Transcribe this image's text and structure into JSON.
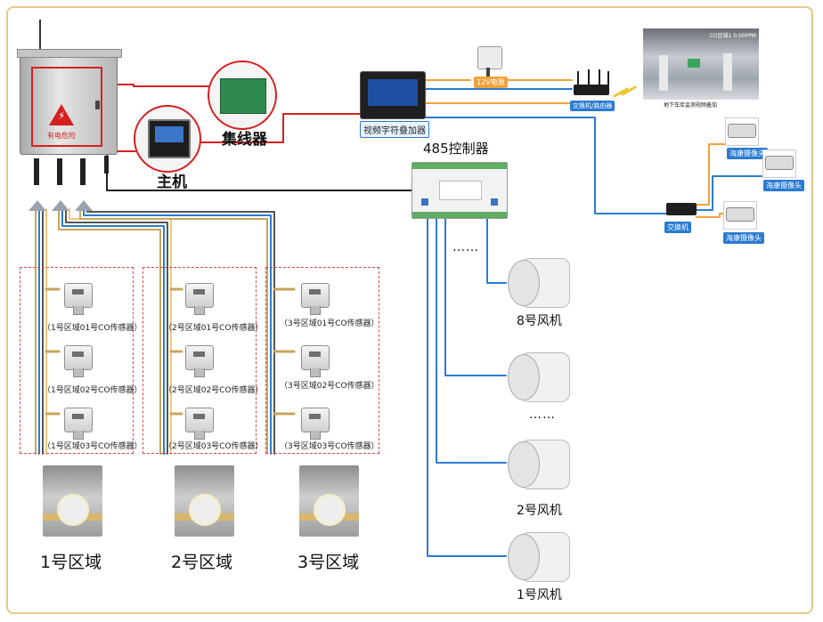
{
  "main_box": {
    "warning_text": "有电危险"
  },
  "labels": {
    "concentrator": "集线器",
    "host": "主机",
    "video_overlay": "视频字符叠加器",
    "controller": "485控制器",
    "power": "12V电源",
    "router": "交换机/路由器",
    "switch": "交换机",
    "monitor_caption": "地下车库监测视频叠加",
    "monitor_overlay": "CO区域1 0.00PPM"
  },
  "cameras": [
    "海康摄像头",
    "海康摄像头",
    "海康摄像头"
  ],
  "fans": {
    "top_label": "8号风机",
    "second_label": "2号风机",
    "bottom_label": "1号风机",
    "ellipsis_controller": "……",
    "ellipsis_fans": "……"
  },
  "zones": [
    {
      "name": "1号区域",
      "sensors": [
        "（1号区域01号CO传感器）",
        "（1号区域02号CO传感器）",
        "（1号区域03号CO传感器）"
      ]
    },
    {
      "name": "2号区域",
      "sensors": [
        "（2号区域01号CO传感器）",
        "（2号区域02号CO传感器）",
        "（2号区域03号CO传感器）"
      ]
    },
    {
      "name": "3号区域",
      "sensors": [
        "（3号区域01号CO传感器）",
        "（3号区域02号CO传感器）",
        "（3号区域03号CO传感器）"
      ]
    }
  ],
  "colors": {
    "frame": "#e8c889",
    "red_wire": "#d62020",
    "blue_wire": "#2a7bd4",
    "orange_wire": "#f2a23a",
    "black_wire": "#222222",
    "zone_border": "#d24a4a"
  }
}
